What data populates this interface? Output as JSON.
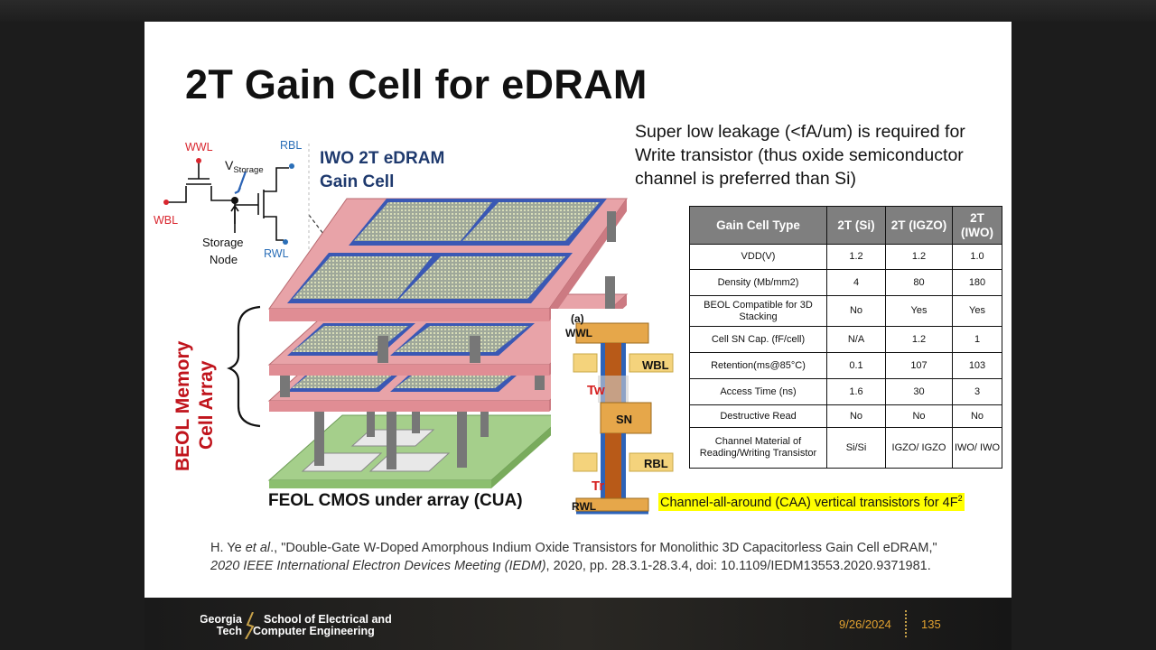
{
  "slide": {
    "title": "2T Gain Cell for eDRAM",
    "note": "Super low leakage (<fA/um) is required for Write transistor (thus oxide semiconductor channel is preferred than Si)",
    "circuit": {
      "wwl": "WWL",
      "wbl": "WBL",
      "rbl": "RBL",
      "rwl": "RWL",
      "v_main": "V",
      "v_sub": "Storage",
      "storage_line1": "Storage",
      "storage_line2": "Node"
    },
    "cell_title_line1": "IWO 2T eDRAM",
    "cell_title_line2": "Gain Cell",
    "beol_line1": "BEOL Memory",
    "beol_line2": "Cell Array",
    "feol_label": "FEOL CMOS under array (CUA)",
    "vertical": {
      "panel": "(a)",
      "wwl": "WWL",
      "wbl": "WBL",
      "tw": "Tw",
      "sn": "SN",
      "rbl": "RBL",
      "tr": "Tr",
      "rwl": "RWL"
    },
    "caa_note": "Channel-all-around (CAA) vertical transistors for 4F",
    "caa_sup": "2",
    "table": {
      "headers": [
        "Gain Cell Type",
        "2T (Si)",
        "2T (IGZO)",
        "2T (IWO)"
      ],
      "rows": [
        {
          "label": "VDD(V)",
          "si": "1.2",
          "igzo": "1.2",
          "iwo": "1.0"
        },
        {
          "label": "Density (Mb/mm2)",
          "si": "4",
          "igzo": "80",
          "iwo": "180"
        },
        {
          "label": "BEOL Compatible for 3D Stacking",
          "si": "No",
          "igzo": "Yes",
          "iwo": "Yes"
        },
        {
          "label": "Cell SN Cap. (fF/cell)",
          "si": "N/A",
          "igzo": "1.2",
          "iwo": "1"
        },
        {
          "label": "Retention(ms@85°C)",
          "si": "0.1",
          "igzo": "107",
          "iwo": "103"
        },
        {
          "label": "Access Time (ns)",
          "si": "1.6",
          "igzo": "30",
          "iwo": "3"
        },
        {
          "label": "Destructive Read",
          "si": "No",
          "igzo": "No",
          "iwo": "No"
        },
        {
          "label": "Channel Material of Reading/Writing Transistor",
          "si": "Si/Si",
          "igzo": "IGZO/ IGZO",
          "iwo": "IWO/ IWO"
        }
      ]
    },
    "reference": {
      "authors": "H. Ye ",
      "etal": "et al",
      "title": "., \"Double-Gate W-Doped Amorphous Indium Oxide Transistors for Monolithic 3D Capacitorless Gain Cell eDRAM,\" ",
      "venue": "2020 IEEE International Electron Devices Meeting (IEDM)",
      "tail": ", 2020, pp. 28.3.1-28.3.4, doi: 10.1109/IEDM13553.2020.9371981."
    }
  },
  "footer": {
    "logo_line1": "Georgia",
    "logo_line2": "Tech",
    "school_line1": "School of Electrical and",
    "school_line2": "Computer Engineering",
    "date": "9/26/2024",
    "page": "135"
  },
  "colors": {
    "gold": "#e3a230",
    "navy": "#1f3a6e",
    "beol_red": "#c0141c",
    "highlight": "#ffff00",
    "table_header": "#7f7f7f"
  }
}
